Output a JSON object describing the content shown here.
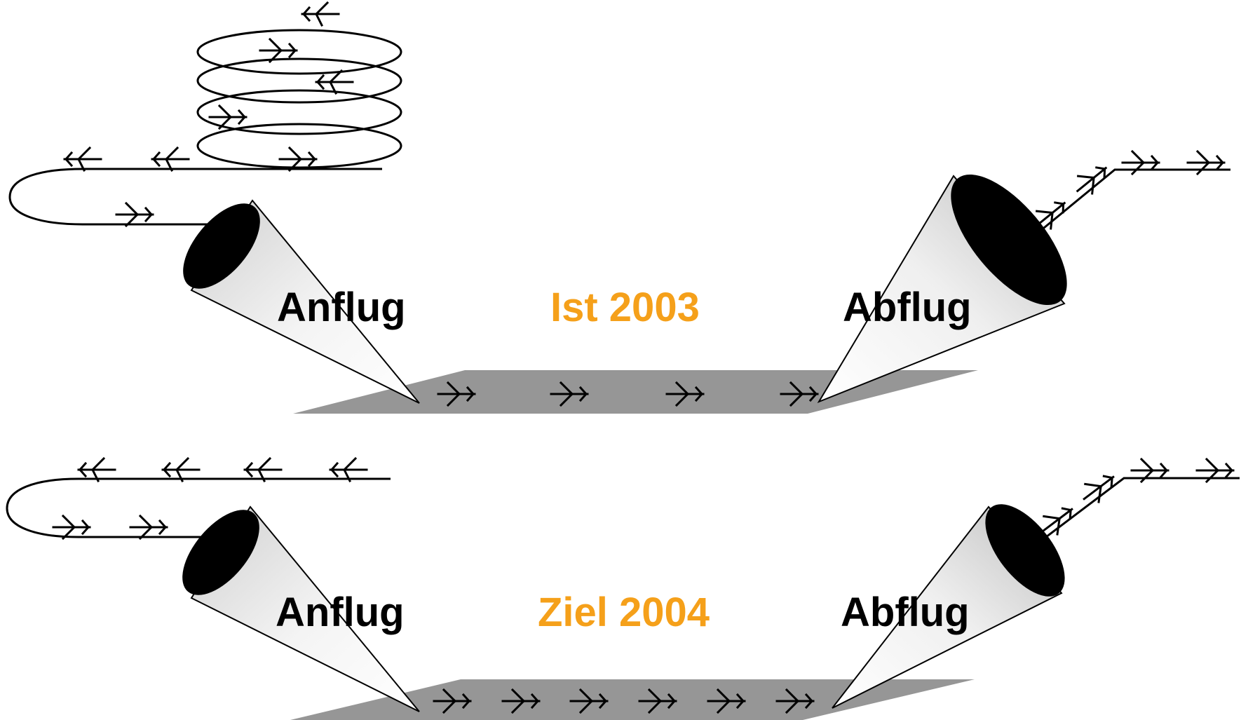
{
  "colors": {
    "label": "#000000",
    "status": "#f5a01a",
    "runway": "#969696",
    "cone_opening": "#000000"
  },
  "panels": [
    {
      "approach_label": "Anflug",
      "status_label": "Ist 2003",
      "departure_label": "Abflug"
    },
    {
      "approach_label": "Anflug",
      "status_label": "Ziel 2004",
      "departure_label": "Abflug"
    }
  ]
}
